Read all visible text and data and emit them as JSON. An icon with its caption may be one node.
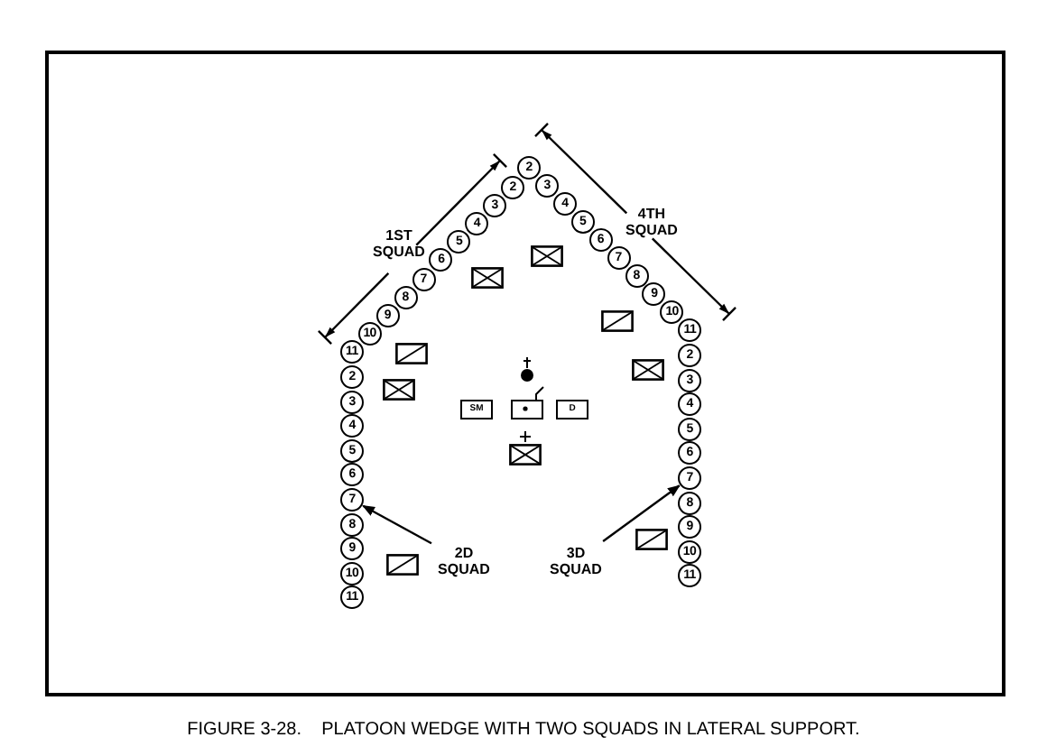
{
  "diagram": {
    "caption": "FIGURE 3-28.    PLATOON WEDGE WITH TWO SQUADS IN LATERAL SUPPORT.",
    "nodes": [
      {
        "text": [
          "2"
        ]
      },
      {
        "text": [
          "2"
        ]
      },
      {
        "text": [
          "3"
        ]
      },
      {
        "text": [
          "4"
        ]
      },
      {
        "text": [
          "5"
        ]
      },
      {
        "text": [
          "6"
        ]
      },
      {
        "text": [
          "7"
        ]
      },
      {
        "text": [
          "8"
        ]
      },
      {
        "text": [
          "9"
        ]
      },
      {
        "text": [
          "10"
        ]
      },
      {
        "text": [
          "11"
        ]
      },
      {
        "text": [
          "3"
        ]
      },
      {
        "text": [
          "4"
        ]
      },
      {
        "text": [
          "5"
        ]
      },
      {
        "text": [
          "6"
        ]
      },
      {
        "text": [
          "7"
        ]
      },
      {
        "text": [
          "8"
        ]
      },
      {
        "text": [
          "9"
        ]
      },
      {
        "text": [
          "10"
        ]
      },
      {
        "text": [
          "11"
        ]
      },
      {
        "text": [
          "2"
        ]
      },
      {
        "text": [
          "3"
        ]
      },
      {
        "text": [
          "4"
        ]
      },
      {
        "text": [
          "5"
        ]
      },
      {
        "text": [
          "6"
        ]
      },
      {
        "text": [
          "7"
        ]
      },
      {
        "text": [
          "8"
        ]
      },
      {
        "text": [
          "9"
        ]
      },
      {
        "text": [
          "10"
        ]
      },
      {
        "text": [
          "11"
        ]
      },
      {
        "text": [
          "2"
        ]
      },
      {
        "text": [
          "3"
        ]
      },
      {
        "text": [
          "4"
        ]
      },
      {
        "text": [
          "5"
        ]
      },
      {
        "text": [
          "6"
        ]
      },
      {
        "text": [
          "7"
        ]
      },
      {
        "text": [
          "8"
        ]
      },
      {
        "text": [
          "9"
        ]
      },
      {
        "text": [
          "10"
        ]
      },
      {
        "text": [
          "11"
        ]
      },
      {
        "text": [
          "SM"
        ]
      },
      {
        "text": [],
        "shape": "box"
      },
      {
        "text": [
          "D"
        ]
      },
      {
        "text": [
          "2D SQUAD"
        ]
      },
      {
        "text": [
          "3D SQUAD"
        ]
      }
    ],
    "edges": [
      {
        "from": 43,
        "to": 25,
        "arrow": "to"
      },
      {
        "from": 44,
        "to": 35,
        "arrow": "to"
      }
    ],
    "labels": [
      "1ST SQUAD",
      "4TH SQUAD"
    ]
  }
}
